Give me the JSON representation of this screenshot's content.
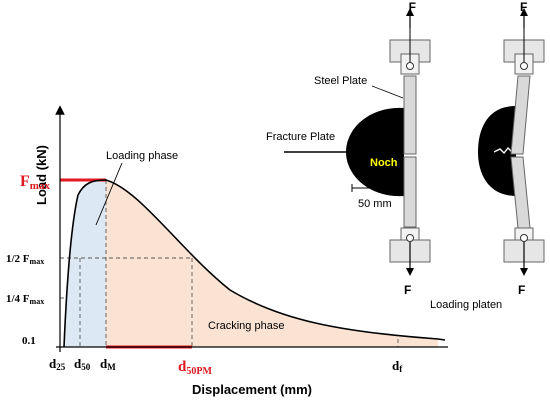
{
  "chart": {
    "y_axis_label": "Load (kN)",
    "x_axis_label": "Displacement (mm)",
    "fmax": "F",
    "fmax_sub": "max",
    "half_fmax": "1/2 F",
    "half_fmax_sub": "max",
    "quarter_fmax": "1/4 F",
    "quarter_fmax_sub": "max",
    "point_one": "0.1",
    "d25": "d",
    "d25_sub": "25",
    "d50": "d",
    "d50_sub": "50",
    "dM": "d",
    "dM_sub": "M",
    "d50PM": "d",
    "d50PM_sub": "50PM",
    "df": "d",
    "df_sub": "f",
    "loading_phase": "Loading phase",
    "cracking_phase": "Cracking phase",
    "colors": {
      "loading_fill": "#dce9f5",
      "cracking_fill": "#fbe3d3",
      "fmax_red": "#e0191f"
    }
  },
  "specimen": {
    "force_label": "F",
    "steel_plate": "Steel Plate",
    "fracture_plate": "Fracture Plate",
    "notch": "Noch",
    "scale": "50 mm",
    "loading_platen": "Loading platen",
    "notch_color": "#ffff00"
  }
}
